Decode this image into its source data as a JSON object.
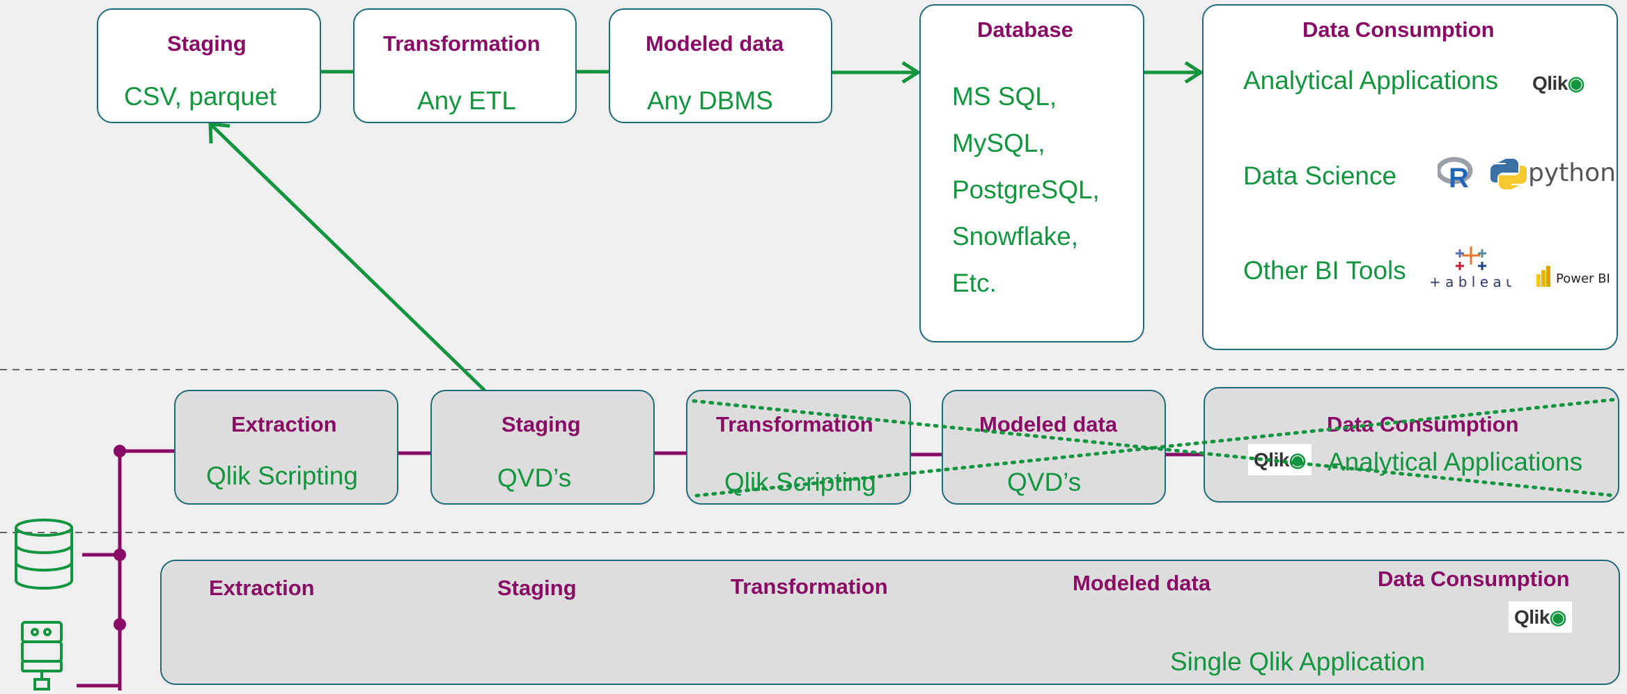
{
  "colors": {
    "green": "#13953f",
    "purple": "#8a0b66",
    "border": "#1e6a79",
    "background": "#efefef"
  },
  "row1": {
    "staging": {
      "title": "Staging",
      "text": "CSV, parquet"
    },
    "transformation": {
      "title": "Transformation",
      "text": "Any ETL"
    },
    "modeled": {
      "title": "Modeled data",
      "text": "Any DBMS"
    },
    "database": {
      "title": "Database",
      "items": [
        "MS SQL,",
        "MySQL,",
        "PostgreSQL,",
        "Snowflake,",
        "Etc."
      ]
    },
    "consumption": {
      "title": "Data Consumption",
      "items": [
        "Analytical Applications",
        "Data Science",
        "Other BI Tools"
      ]
    }
  },
  "row2": {
    "extraction": {
      "title": "Extraction",
      "text": "Qlik Scripting"
    },
    "staging": {
      "title": "Staging",
      "text": "QVD’s"
    },
    "transformation": {
      "title": "Transformation",
      "text": "Qlik Scripting"
    },
    "modeled": {
      "title": "Modeled data",
      "text": "QVD’s"
    },
    "consumption": {
      "title": "Data Consumption",
      "text": "Analytical Applications"
    }
  },
  "row3": {
    "labels": [
      "Extraction",
      "Staging",
      "Transformation",
      "Modeled data",
      "Data Consumption"
    ],
    "text": "Single Qlik Application"
  },
  "logos": {
    "qlik": "Qlik",
    "python": "python",
    "r": "R",
    "tableau": "+ a b l e a u",
    "powerbi": "Power BI"
  },
  "icons": [
    "database-icon",
    "server-icon"
  ]
}
